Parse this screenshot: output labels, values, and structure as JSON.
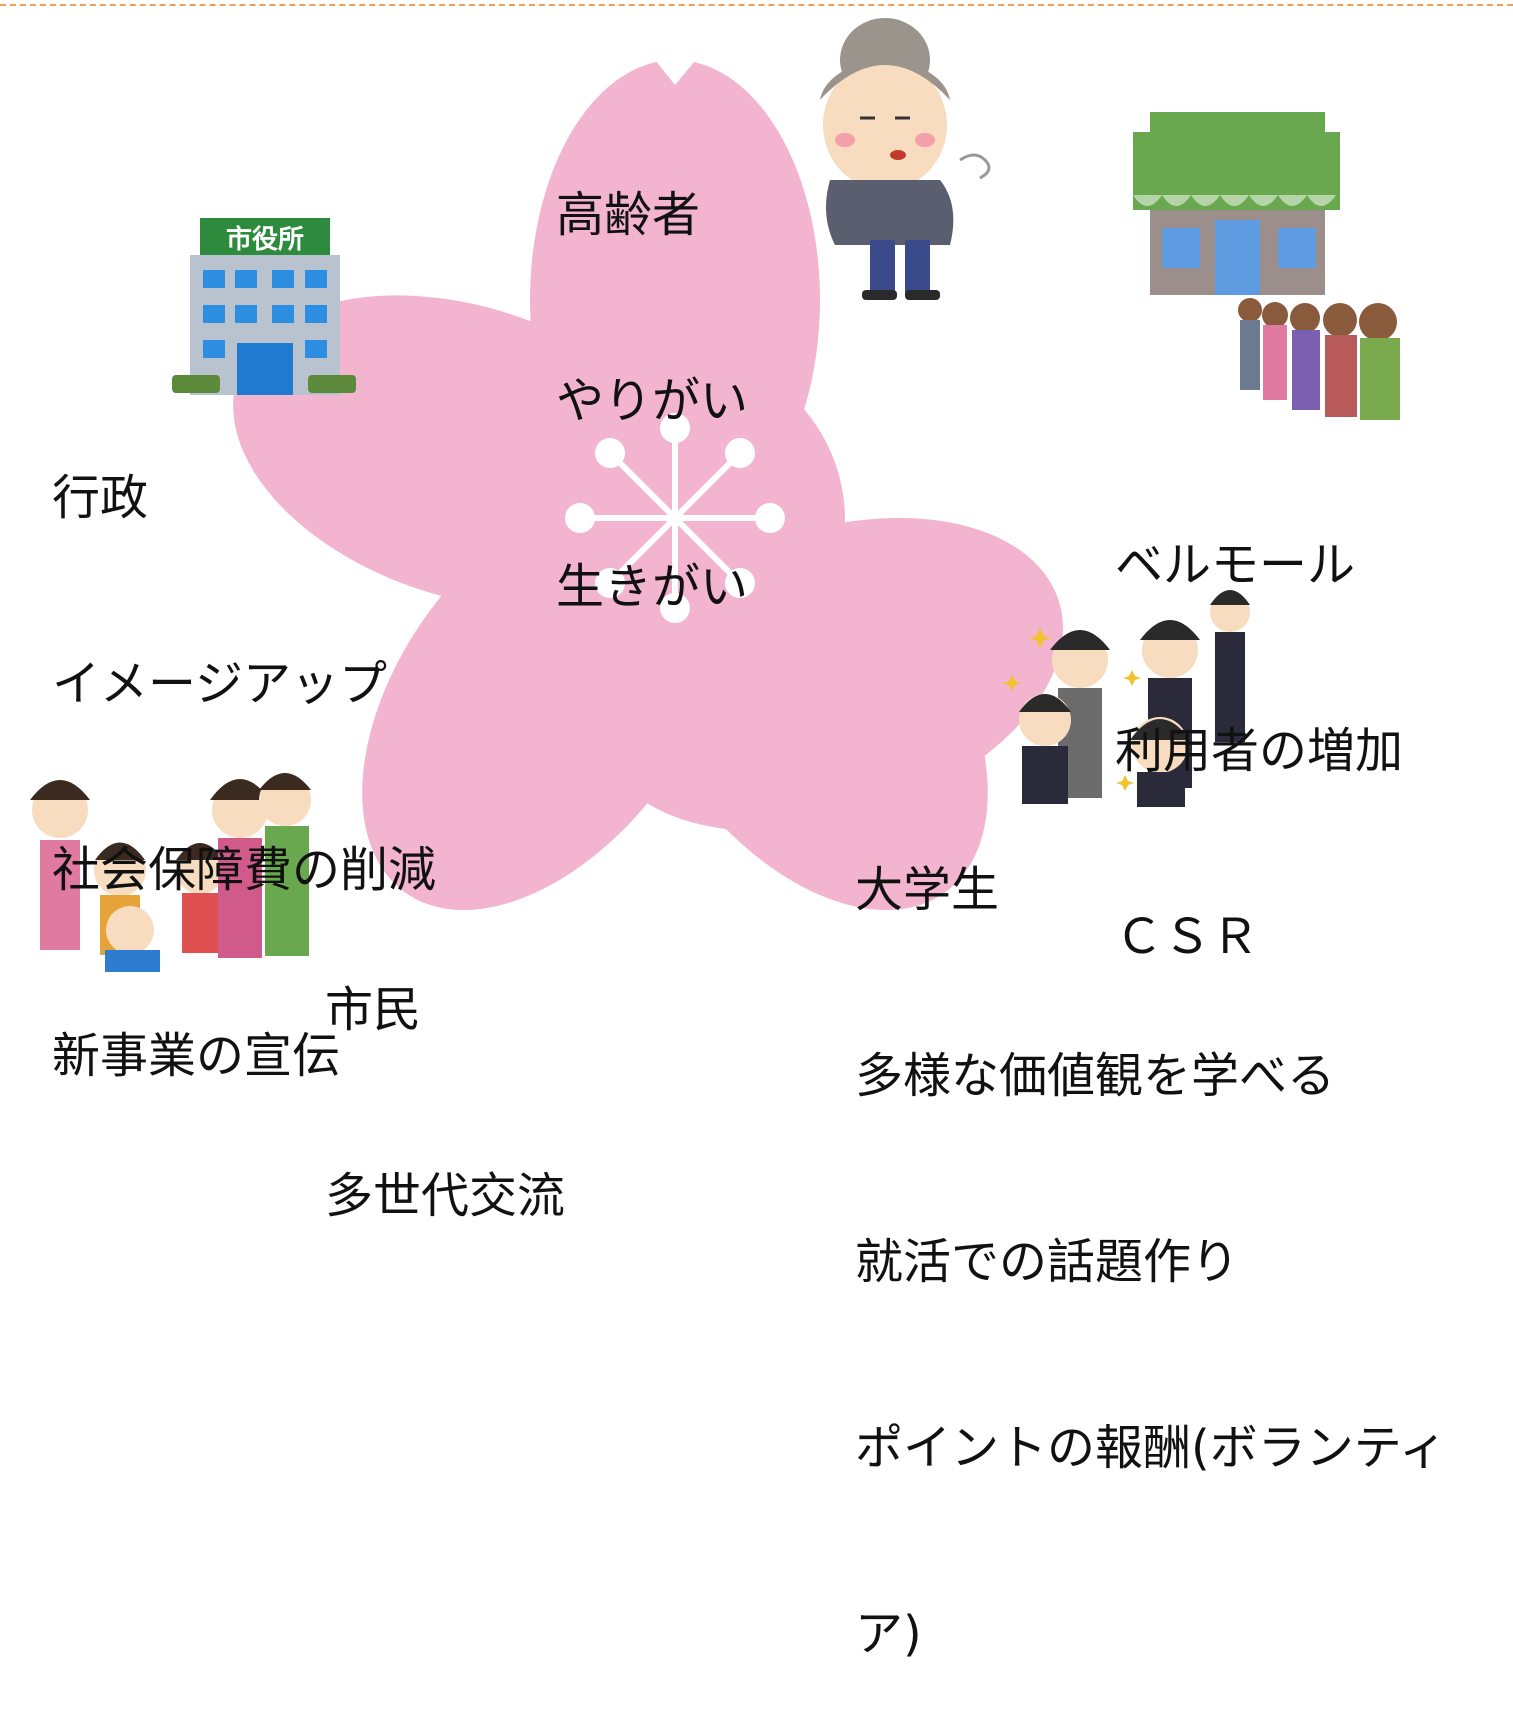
{
  "colors": {
    "petal": "#f2b4cf",
    "stamen": "#ffffff",
    "border": "#f0a050",
    "text": "#111111"
  },
  "groups": {
    "elderly": {
      "lines": [
        "高齢者",
        "やりがい",
        "生きがい"
      ],
      "icon": "elderly-person-icon"
    },
    "government": {
      "lines": [
        "行政",
        "イメージアップ",
        "社会保障費の削減",
        "新事業の宣伝"
      ],
      "icon": "city-hall-icon",
      "sign": "市役所"
    },
    "shop": {
      "lines": [
        "ベルモール",
        "利用者の増加",
        "ＣＳＲ"
      ],
      "icon": "shop-with-queue-icon"
    },
    "citizens": {
      "lines": [
        "市民",
        "多世代交流"
      ],
      "icon": "families-icon"
    },
    "students": {
      "lines": [
        "大学生",
        "多様な価値観を学べる",
        "就活での話題作り",
        "ポイントの報酬(ボランティ",
        "ア)"
      ],
      "icon": "students-icon"
    }
  }
}
